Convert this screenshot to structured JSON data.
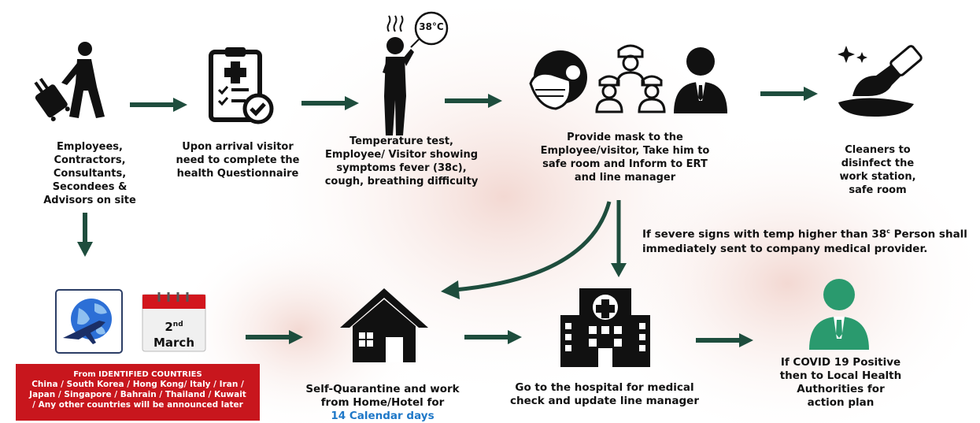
{
  "steps": {
    "s1": {
      "label": "Employees, Contractors, Consultants, Secondees & Advisors on site"
    },
    "s2": {
      "label": "Upon arrival visitor need to complete the health Questionnaire"
    },
    "s3": {
      "label": "Temperature test, Employee/ Visitor showing symptoms fever (38c), cough, breathing difficulty",
      "badge": "38°C"
    },
    "s4": {
      "label": "Provide mask to the Employee/visitor, Take him to safe room and Inform to ERT  and line manager"
    },
    "s5": {
      "label": "Cleaners to disinfect the work station,  safe room"
    },
    "quarantine": {
      "label": "Self-Quarantine and work from Home/Hotel for",
      "highlight": "14 Calendar days"
    },
    "hospital": {
      "label": "Go to the hospital for medical check and update line manager"
    },
    "covid": {
      "label": "If COVID 19 Positive then to Local Health Authorities for action plan"
    }
  },
  "severe_note": {
    "text": "If severe signs with temp higher than 38",
    "sup": "c",
    "text2": " Person shall immediately sent to company medical provider."
  },
  "calendar": {
    "day": "2",
    "day_sup": "nd",
    "month": "March"
  },
  "countries_box": {
    "title": "From IDENTIFIED COUNTRIES",
    "line1": "China / South Korea / Hong Kong/ Italy / Iran /",
    "line2": "Japan / Singapore / Bahrain / Thailand / Kuwait",
    "line3": "/ Any other countries will be announced later"
  },
  "colors": {
    "arrow": "#1e4d3d",
    "accent_blue": "#1f78c8",
    "red_box": "#c8161d",
    "green_person": "#2a9a6e"
  }
}
